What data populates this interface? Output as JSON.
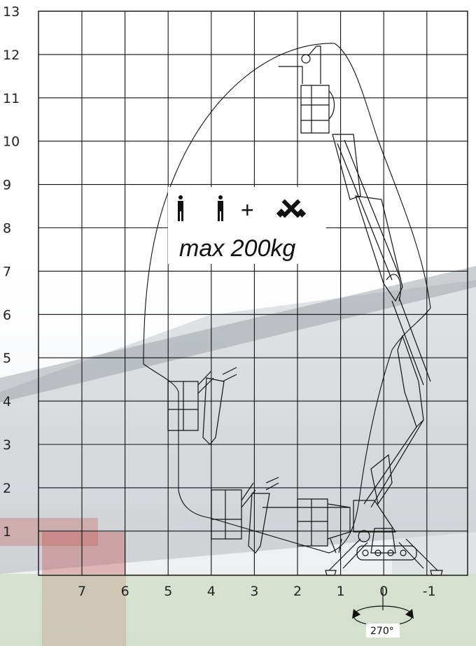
{
  "diagram": {
    "y_axis_labels": [
      "13",
      "12",
      "11",
      "10",
      "9",
      "8",
      "7",
      "6",
      "5",
      "4",
      "3",
      "2",
      "1"
    ],
    "x_axis_labels": [
      "7",
      "6",
      "5",
      "4",
      "3",
      "2",
      "1",
      "0",
      "-1"
    ],
    "capacity": {
      "persons_icon": "person-icon",
      "tools_icon": "tools-icon",
      "plus": "+",
      "max_load": "max 200kg"
    },
    "rotation": {
      "label": "270°",
      "icon": "rotation-arrow-icon"
    }
  }
}
